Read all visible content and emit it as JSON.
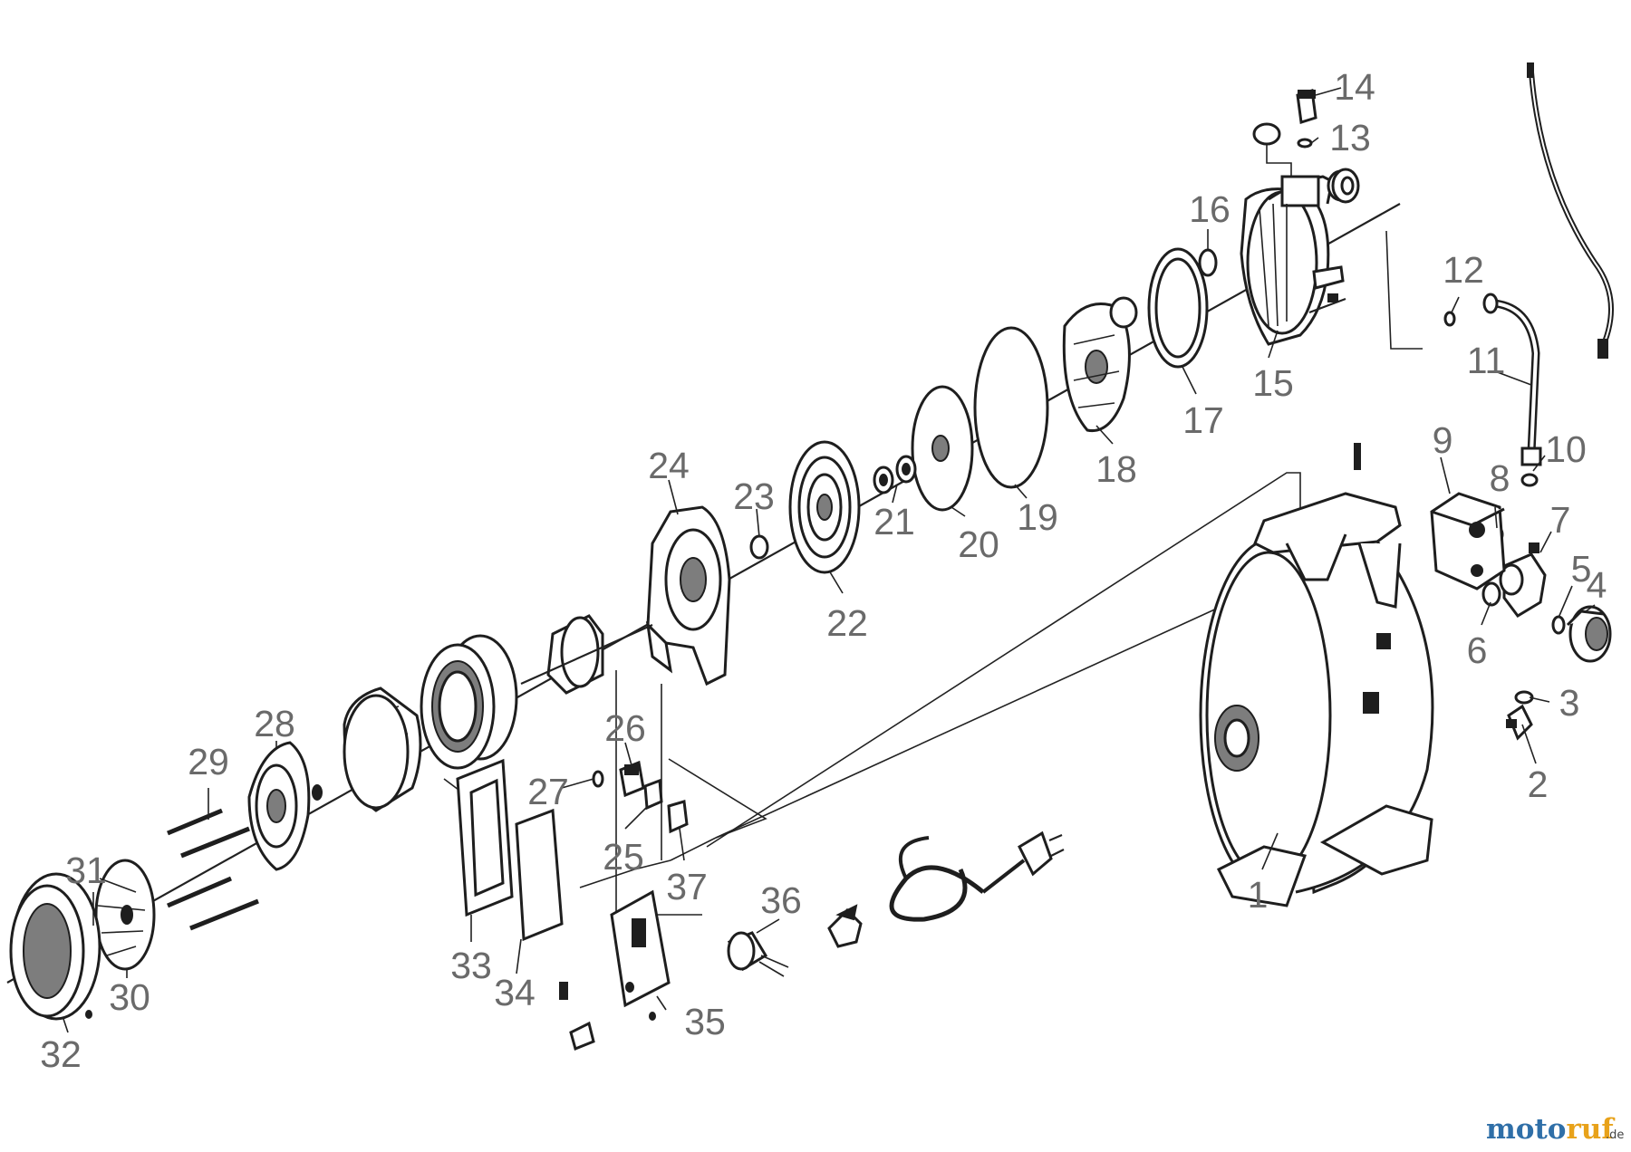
{
  "diagram": {
    "labels": [
      "1",
      "2",
      "3",
      "4",
      "5",
      "6",
      "7",
      "8",
      "9",
      "10",
      "11",
      "12",
      "13",
      "14",
      "15",
      "16",
      "17",
      "18",
      "19",
      "20",
      "21",
      "22",
      "23",
      "24",
      "25",
      "26",
      "27",
      "28",
      "29",
      "30",
      "31",
      "32",
      "33",
      "34",
      "35",
      "36",
      "37"
    ]
  },
  "watermark": {
    "brand_part1": "moto",
    "brand_part2": "ruf",
    "tld": ".de",
    "colors": {
      "brand_part1": "#2f6fa8",
      "brand_part2": "#e8a21a",
      "tld": "#444444"
    }
  }
}
